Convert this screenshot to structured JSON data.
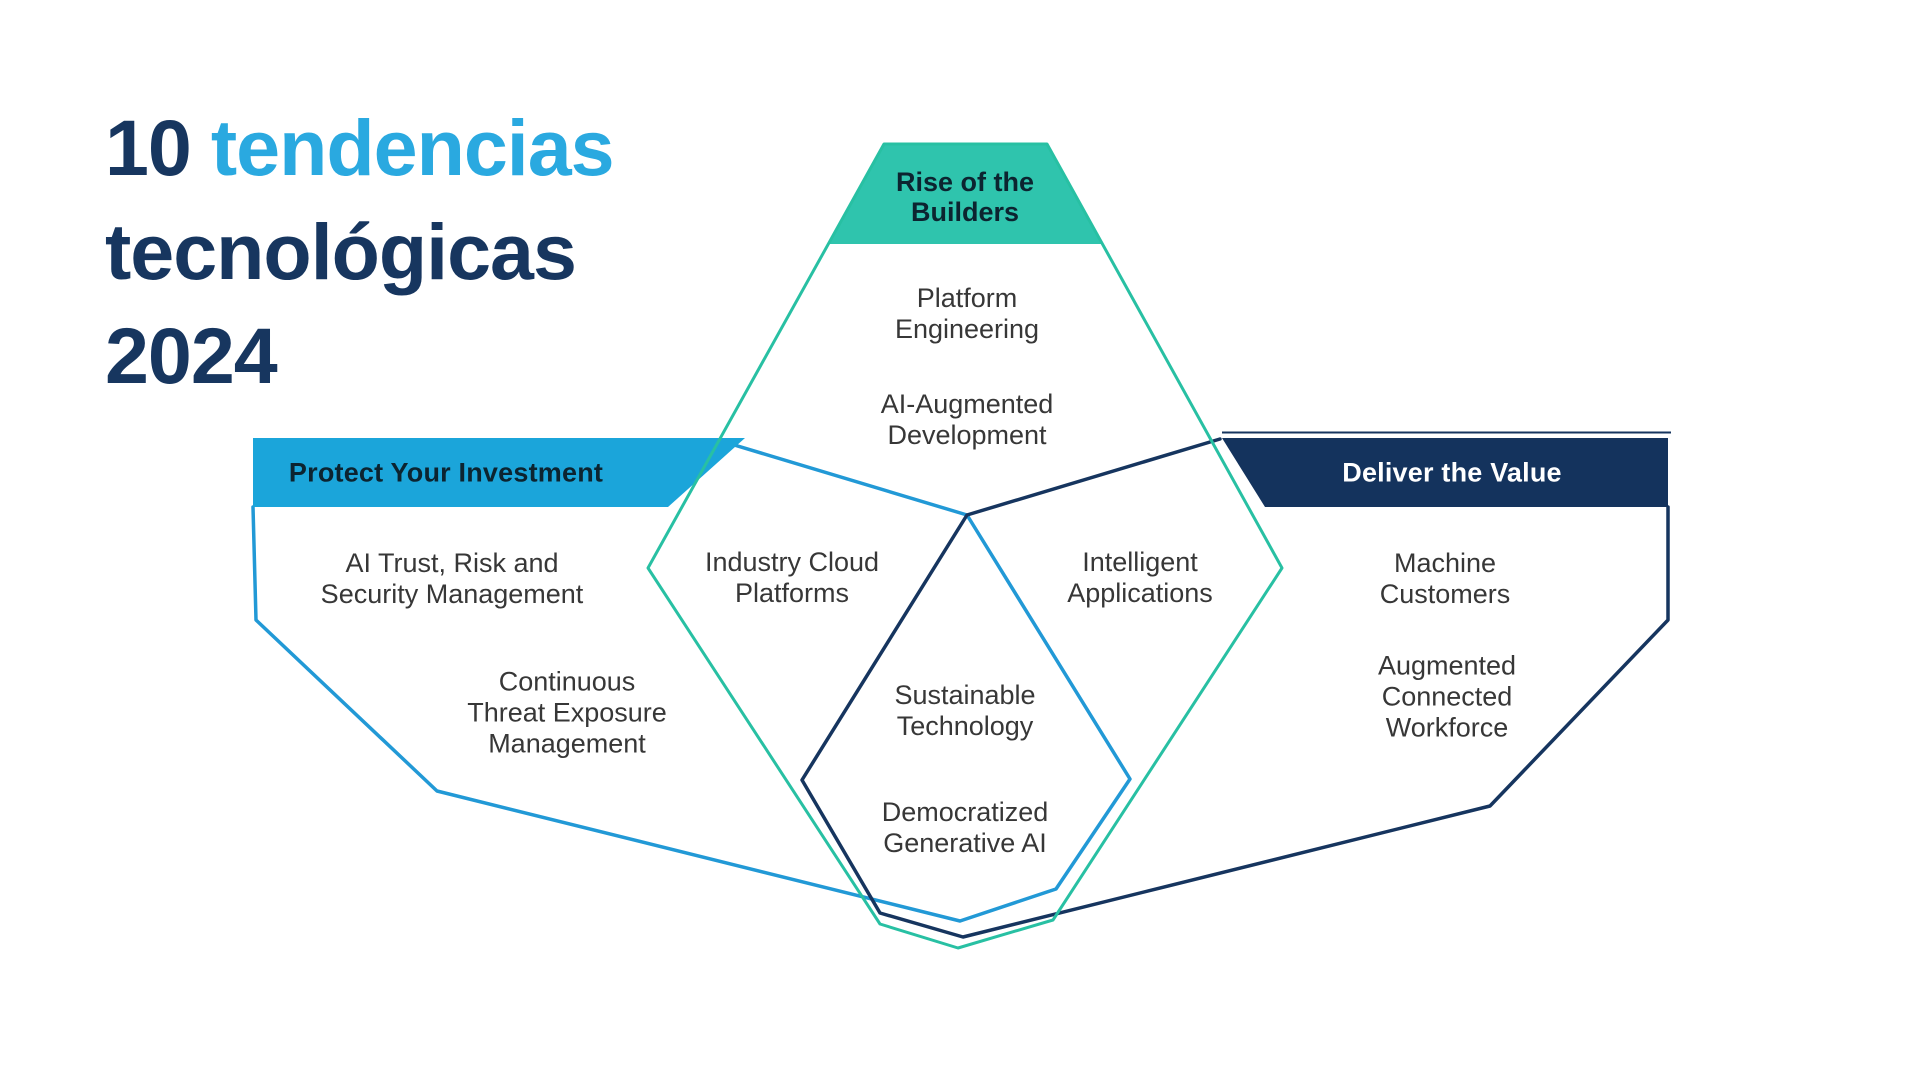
{
  "title": {
    "prefix": "10",
    "highlight": "tendencias",
    "line2": "tecnológicas",
    "line3": "2024"
  },
  "colors": {
    "title_dark": "#17365f",
    "title_accent": "#2aa9e0",
    "teal_fill": "#2fc4ad",
    "teal_line": "#28c0a3",
    "blue_fill": "#1ba5da",
    "blue_line": "#2299d6",
    "navy_fill": "#14335d",
    "navy_line": "#16355f",
    "item_text": "#373737",
    "band_text_dark": "#0c2430",
    "band_text_light": "#ffffff"
  },
  "groups": {
    "builders": {
      "label": "Rise of the\nBuilders",
      "items": {
        "platform": "Platform\nEngineering",
        "ai_augmented": "AI-Augmented\nDevelopment"
      }
    },
    "protect": {
      "label": "Protect Your Investment",
      "items": {
        "ai_trust": "AI Trust, Risk and\nSecurity Management",
        "ctem": "Continuous\nThreat Exposure\nManagement"
      }
    },
    "deliver": {
      "label": "Deliver the Value",
      "items": {
        "machine": "Machine\nCustomers",
        "workforce": "Augmented\nConnected\nWorkforce"
      }
    }
  },
  "intersections": {
    "industry_cloud": "Industry Cloud\nPlatforms",
    "intelligent_apps": "Intelligent\nApplications",
    "sustainable": "Sustainable\nTechnology",
    "gen_ai": "Democratized\nGenerative AI"
  }
}
